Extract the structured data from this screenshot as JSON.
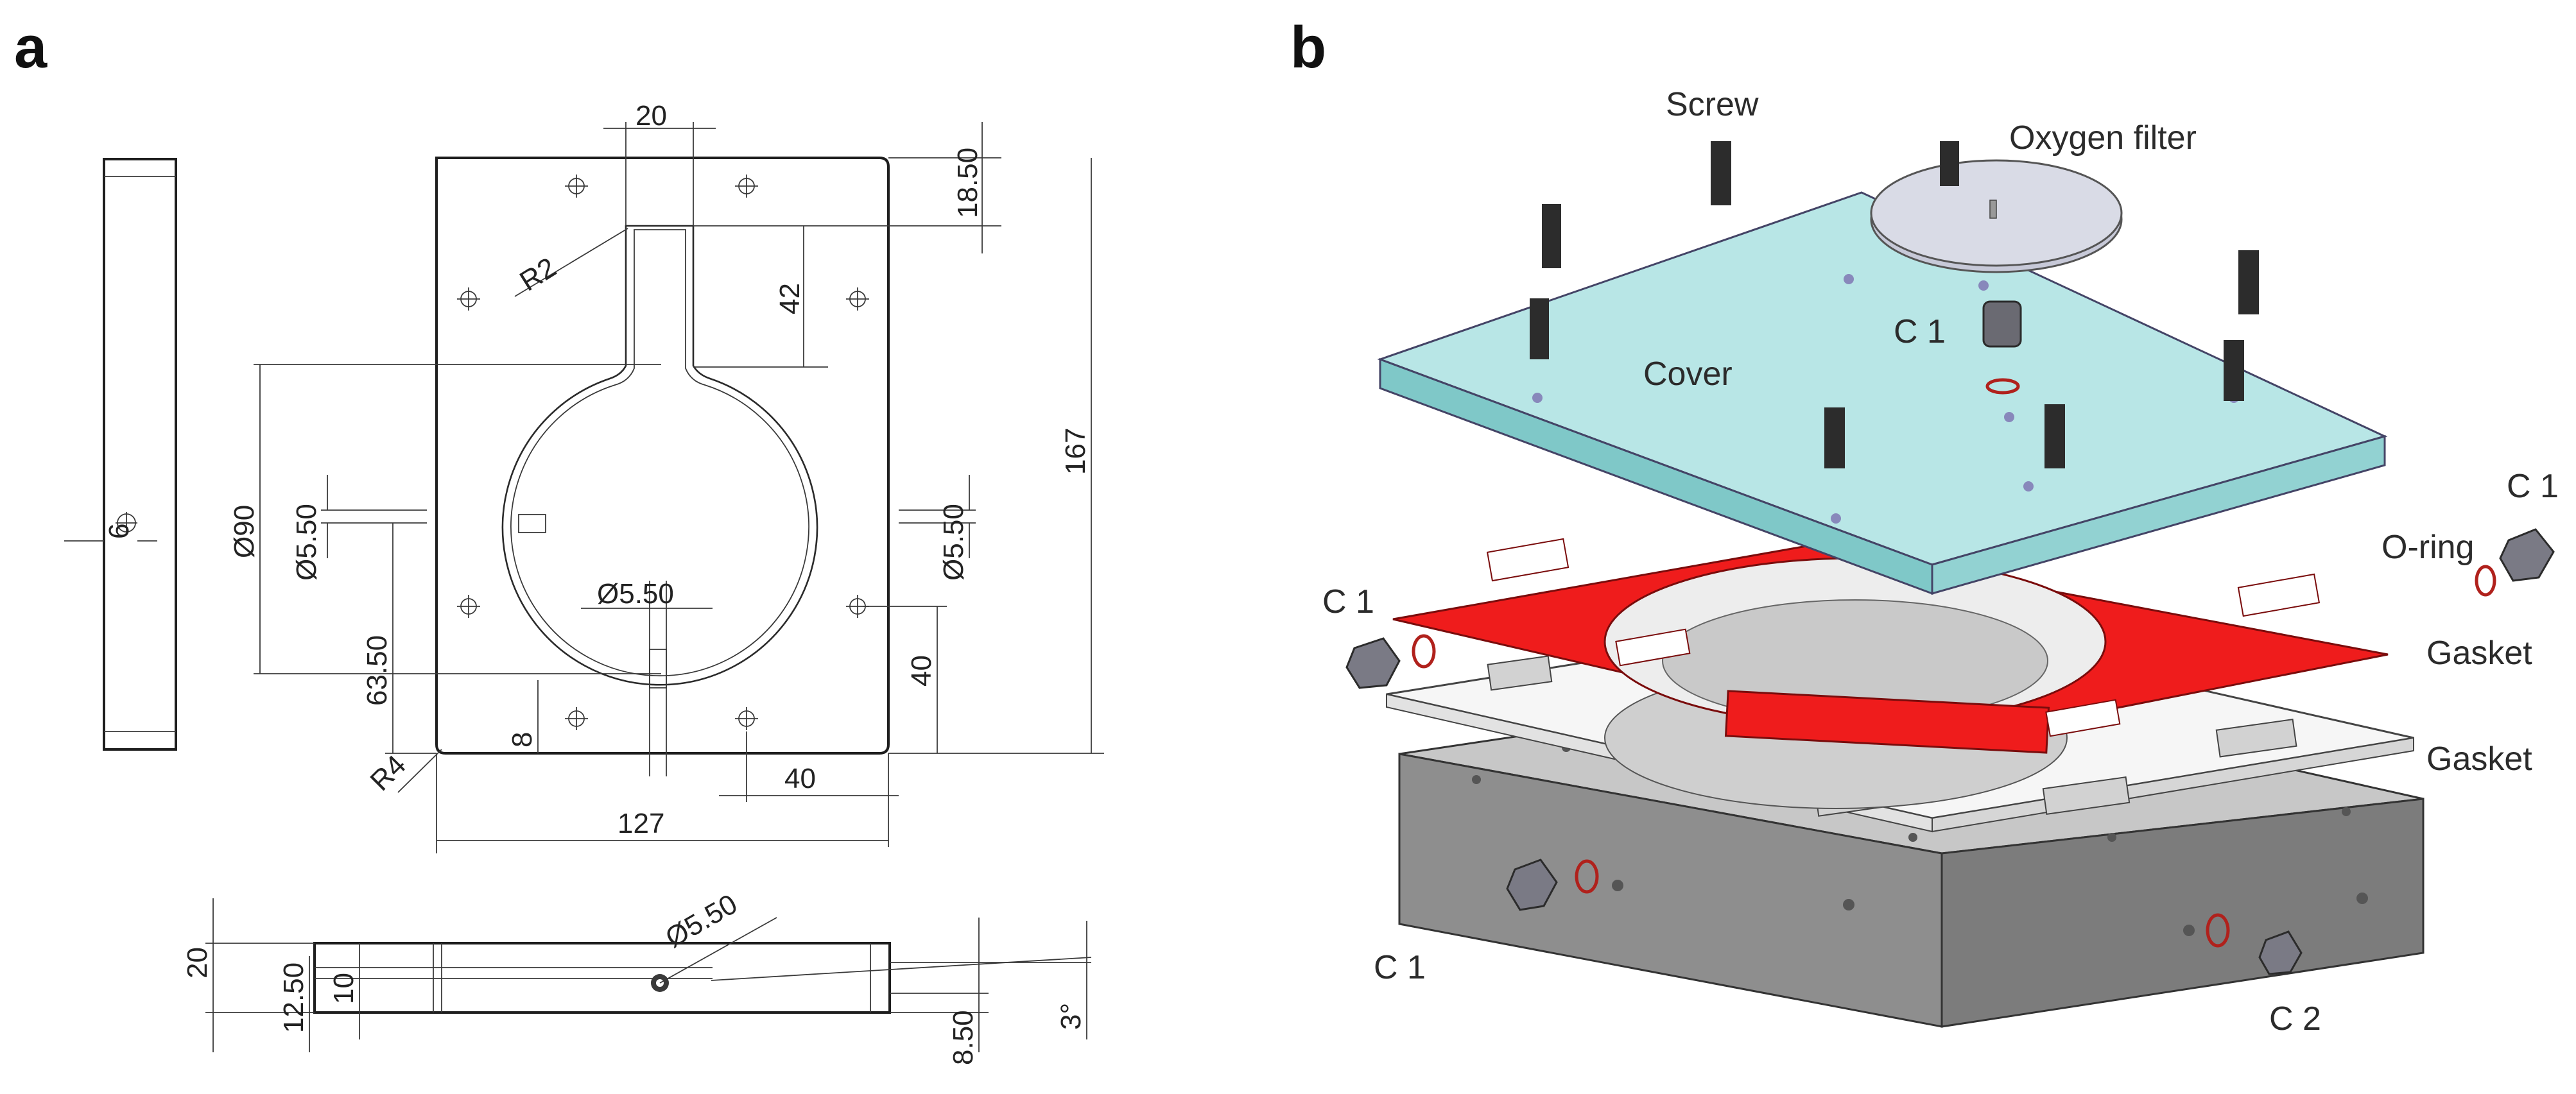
{
  "panels": {
    "a": {
      "letter": "a",
      "dimensions": {
        "side_thickness": "6",
        "slot_width": "20",
        "top_offset": "18.50",
        "slot_length": "42",
        "slot_radius": "R2",
        "circle_diameter": "Ø90",
        "left_hole_dia": "Ø5.50",
        "right_hole_dia": "Ø5.50",
        "center_hole_dia": "Ø5.50",
        "center_height": "63.50",
        "right_offset": "40",
        "bottom_offset": "8",
        "corner_radius": "R4",
        "right_hole_offset": "40",
        "total_width": "127",
        "total_height": "167",
        "thickness_total": "20",
        "thickness_step": "12.50",
        "inner_height": "10",
        "port_hole_dia": "Ø5.50",
        "lower_offset": "8.50",
        "draft_angle": "3°"
      }
    },
    "b": {
      "letter": "b",
      "labels": {
        "screw": "Screw",
        "oxygen_filter": "Oxygen filter",
        "c1_top": "C 1",
        "cover": "Cover",
        "c1_right": "C 1",
        "o_ring": "O-ring",
        "c1_left": "C 1",
        "gasket_upper": "Gasket",
        "gasket_lower": "Gasket",
        "c1_bottom": "C 1",
        "c2": "C 2"
      }
    }
  },
  "colors": {
    "cover": "#b8e6e6",
    "gasket_red": "#ef1c1c",
    "gasket_white": "#f6f6f6",
    "base": "#8e8e8e",
    "oring": "#b0211c",
    "filter": "#d9dbe6"
  }
}
